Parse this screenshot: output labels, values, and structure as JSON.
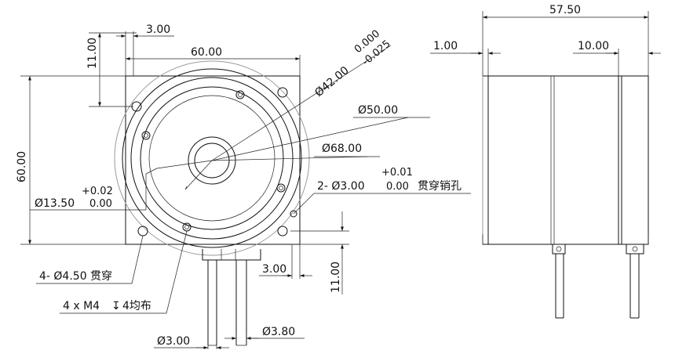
{
  "front_view": {
    "dim_flange_width": "60.00",
    "dim_flange_height": "60.00",
    "dim_top_offset_w": "3.00",
    "dim_top_offset_h": "11.00",
    "dim_bottom_offset_w": "3.00",
    "dim_bottom_offset_h": "11.00",
    "dia_42_label": "Ø42.00",
    "tol_42_upper": "0.000",
    "tol_42_lower": "-0.025",
    "dia_50_label": "Ø50.00",
    "dia_68_label": "Ø68.00",
    "pin_label": "2- Ø3.00",
    "pin_tol_upper": "+0.01",
    "pin_tol_lower": "0.00",
    "pin_note": "贯穿销孔",
    "bore_label": "Ø13.50",
    "bore_tol_upper": "+0.02",
    "bore_tol_lower": "0.00",
    "mount_hole_label": "4- Ø4.50 贯穿",
    "thread_label": "4 x  M4",
    "thread_depth_symbol": "↧",
    "thread_note": "4均布",
    "wire_dia_1": "Ø3.00",
    "wire_dia_2": "Ø3.80"
  },
  "side_view": {
    "dim_total_length": "57.50",
    "dim_lip": "1.00",
    "dim_rear": "10.00"
  }
}
